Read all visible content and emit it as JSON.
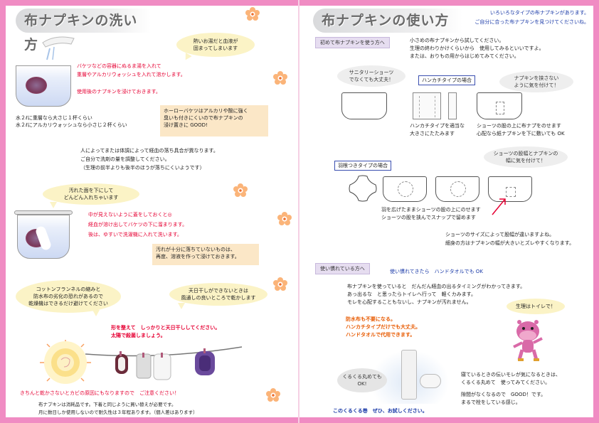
{
  "left": {
    "title": "布ナプキンの洗い方",
    "bubble_blood": [
      "熱いお湯だと血液が",
      "固まってしまいます"
    ],
    "step1_red": [
      "バケツなどの容器にぬるま湯を入れて",
      "重層やアルカリウォッシュを入れて溶かします。",
      "",
      "使用後のナプキンを浸けておきます。"
    ],
    "ratio_note": [
      "水２ℓに重層なら大さじ１杯くらい",
      "水２ℓにアルカリウォッシュなら小さじ２杯くらい"
    ],
    "enamel_box": [
      "ホーローバケツはアルカリや酸に強く",
      "臭いも付きにくいので布ナプキンの",
      "浸け置きに GOOD!"
    ],
    "condition_note": [
      "人によってまたは体調によって経血の落ち具合が異なります。",
      "ご自分で洗剤の量を調整してください。",
      "（生理の前半よりも後半のほうが落ちにくいようです）"
    ],
    "bubble_dirty": [
      "汚れた面を下にして",
      "どんどん入れちゃいます"
    ],
    "step2_red": [
      "中が見えないように蓋をしておくと◎",
      "経血が溶け出してバケツの下に溜まります。",
      "後は、ゆすいで洗濯機に入れて洗います。"
    ],
    "stain_note": [
      "汚れが十分に落ちていないものは、",
      "再度、溶液を作って浸けておきます。"
    ],
    "bubble_dryer": [
      "コットンフランネルの縮みと",
      "防水布の劣化の恐れがあるので",
      "乾燥機はできるだけ避けてください"
    ],
    "bubble_shade": [
      "天日干しができないときは",
      "風通しの良いところで乾かします"
    ],
    "dry_red": [
      "形を整えて　しっかりと天日干ししてください。",
      "太陽で殺菌しましょう。"
    ],
    "warning_red": "きちんと乾かさないとカビの原因にもなりますので　ご注意ください！",
    "footer": [
      "布ナプキンは消耗品です。下着と同じように買い替えが必要です。",
      "月に数日しか使用しないので耐久性は３年程あります。（個人差はあります）"
    ]
  },
  "right": {
    "title": "布ナプキンの使い方",
    "intro_blue": [
      "いろいろなタイプの布ナプキンがあります。",
      "ご自分に合った布ナプキンを見つけてくださいね。"
    ],
    "section1_label": "初めて布ナプキンを使う方へ",
    "section1_text": [
      "小さめの布ナプキンから試してください。",
      "生理の終わりかけくらいから　使用してみるといいですよ。",
      "または、おりもの用からはじめてみてください。"
    ],
    "bubble_sanitary": [
      "サニタリーショーツ",
      "でなくても大丈夫！"
    ],
    "handkerchief_label": "ハンカチタイプの場合",
    "bubble_no_worry": [
      "ナプキンを挟さない",
      "ように気を付けて！"
    ],
    "handkerchief_fold_note": [
      "ハンカチタイプを適当な",
      "大きさにたたみます"
    ],
    "handkerchief_place_note": [
      "ショーツの股の上に布ナプをのせます",
      "心配なら紙ナプキンを下に敷いても OK"
    ],
    "winged_label": "羽根つきタイプの場合",
    "bubble_crotch": [
      "ショーツの股幅とナプキンの",
      "幅に気を付けて！"
    ],
    "winged_note": [
      "羽を広げたままショーツの股の上にのせます",
      "ショーツの股を挟んでスナップで留めます"
    ],
    "size_note": [
      "ショーツのサイズによって股幅が違いますよね。",
      "細身の方はナプキンの幅が大きいとズレやすくなります。"
    ],
    "section2_label": "使い慣れている方へ",
    "section2_blue": "使い慣れてきたら　ハンドタオルでも OK",
    "section2_text": [
      "布ナプキンを使っていると　だんだん経血の出るタイミングがわかってきます。",
      "あっ出るな　と思ったらトイレへ行って　軽くカみます。",
      "モレを心配することもないし、ナプキンが汚れません。"
    ],
    "bubble_toilet": "生理はトイレで！",
    "orange_bold": [
      "防水布も不要になる。",
      "ハンカチタイプだけでも大丈夫。",
      "ハンドタオルで代用できます。"
    ],
    "bubble_roll": [
      "くるくる丸めても",
      "OK!"
    ],
    "roll_blue": "このくるくる巻　ぜひ、お試しください。",
    "sleep_note": [
      "寝ているときの伝いモレが気になるときは、",
      "くるくる丸めて　使ってみてください。"
    ],
    "gap_note": [
      "隙間がなくなるので　GOOD！です。",
      "まるで栓をしている感じ。"
    ]
  },
  "colors": {
    "border_pink": "#f08cc3",
    "bubble_yellow": "#fbf3c6",
    "box_peach": "#fbe7c7",
    "label_lavender": "#e6ddf0",
    "accent_red": "#e60033",
    "accent_blue": "#1a3aa8",
    "accent_orange": "#e85a00"
  }
}
